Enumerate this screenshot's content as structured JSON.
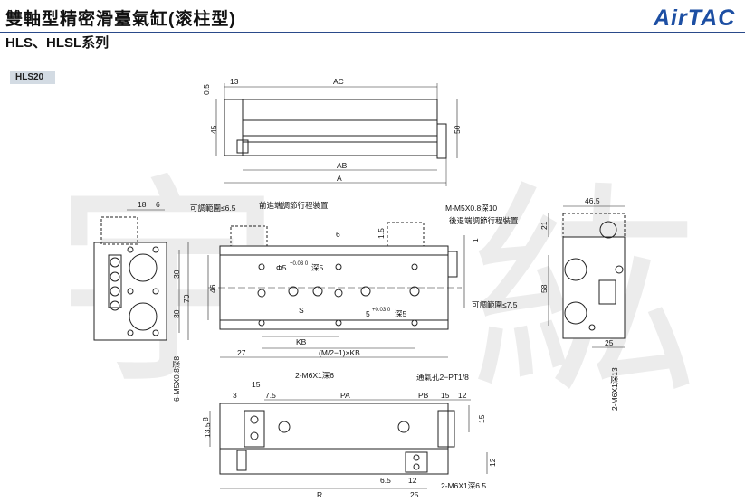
{
  "header": {
    "title": "雙軸型精密滑臺氣缸(滚柱型)",
    "subtitle": "HLS、HLSL系列",
    "logo": "AirTAC"
  },
  "model": "HLS20",
  "watermark": {
    "left": "宇",
    "right": "紘"
  },
  "colors": {
    "accent": "#1d4fa3",
    "tag_bg": "#d3dbe3",
    "line": "#2a4a8a"
  },
  "dims": {
    "top_05": "0.5",
    "top_13": "13",
    "top_ac": "AC",
    "top_45": "45",
    "top_50": "50",
    "top_ab": "AB",
    "top_a": "A",
    "left_18": "18",
    "left_6": "6",
    "left_30a": "30",
    "left_70": "70",
    "left_30b": "30",
    "left_holes": "6-M5X0.8深8",
    "adj_front_range": "可調範圍≤6.5",
    "adj_front": "前進端調節行程裝置",
    "tap_m5": "M-M5X0.8深10",
    "adj_rear": "後退端調節行程裝置",
    "adj_rear_range": "可調範圍≤7.5",
    "mid_6": "6",
    "mid_15": "1.5",
    "mid_1": "1",
    "phi5": "Φ5",
    "phi5_tol": "+0.03 0",
    "deep5a": "深5",
    "mid_46": "46",
    "mid_s": "S",
    "c5": "5",
    "c5_tol": "+0.03 0",
    "deep5b": "深5",
    "mid_kb": "KB",
    "mid_27": "27",
    "mid_m2kb": "(M/2−1)×KB",
    "right_465": "46.5",
    "right_21": "21",
    "right_58": "58",
    "right_25": "25",
    "right_holes": "2-M6X1深13",
    "bot_m6a": "2-M6X1深6",
    "bot_vent": "通氣孔2−PT1/8",
    "bot_15a": "15",
    "bot_3": "3",
    "bot_75": "7.5",
    "bot_pa": "PA",
    "bot_pb": "PB",
    "bot_15b": "15",
    "bot_12a": "12",
    "bot_135": "13.5",
    "bot_8": "8",
    "bot_15c": "15",
    "bot_12b": "12",
    "bot_65": "6.5",
    "bot_12c": "12",
    "bot_m6b": "2-M6X1深6.5",
    "bot_r": "R",
    "bot_25": "25"
  }
}
